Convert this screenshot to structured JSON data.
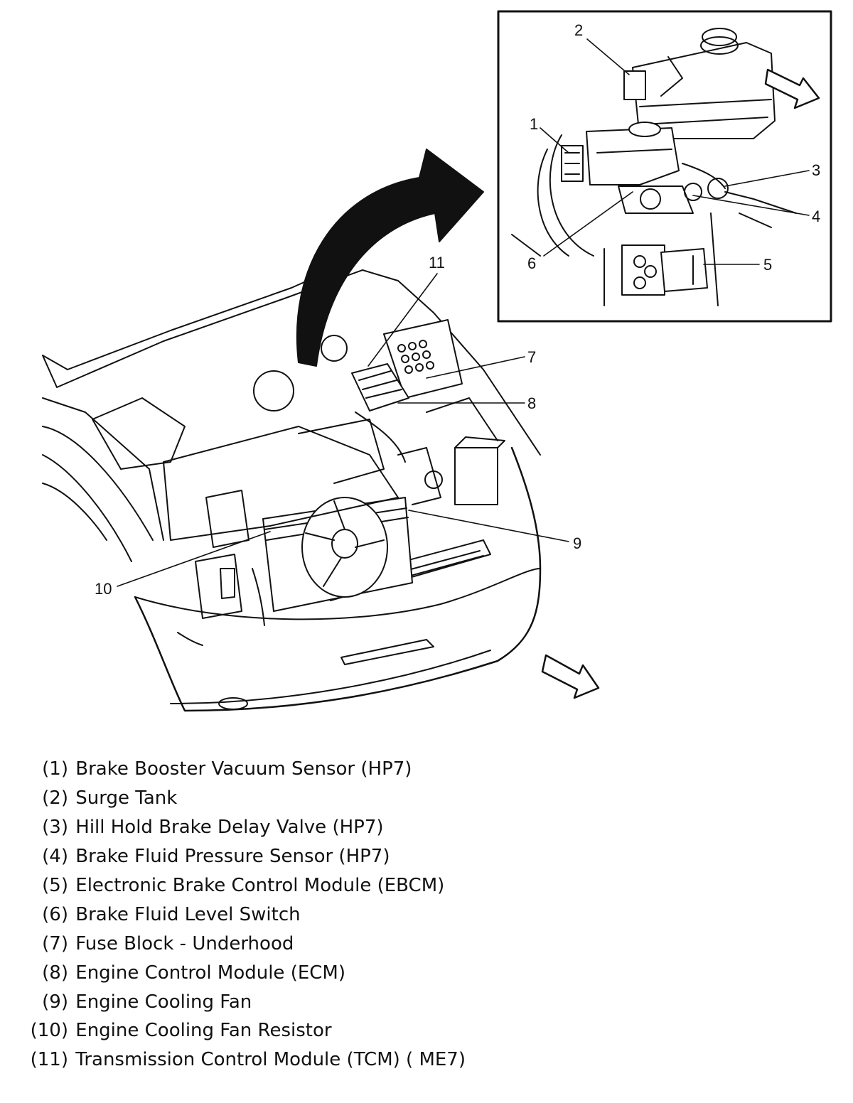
{
  "callouts": {
    "c1": "1",
    "c2": "2",
    "c3": "3",
    "c4": "4",
    "c5": "5",
    "c6": "6",
    "c7": "7",
    "c8": "8",
    "c9": "9",
    "c10": "10",
    "c11": "11"
  },
  "legend": [
    {
      "num": "(1)",
      "text": "Brake Booster Vacuum Sensor (HP7)"
    },
    {
      "num": "(2)",
      "text": "Surge Tank"
    },
    {
      "num": "(3)",
      "text": "Hill Hold Brake Delay Valve (HP7)"
    },
    {
      "num": "(4)",
      "text": "Brake Fluid Pressure Sensor (HP7)"
    },
    {
      "num": "(5)",
      "text": "Electronic Brake Control Module (EBCM)"
    },
    {
      "num": "(6)",
      "text": "Brake Fluid Level Switch"
    },
    {
      "num": "(7)",
      "text": "Fuse Block - Underhood"
    },
    {
      "num": "(8)",
      "text": "Engine Control Module (ECM)"
    },
    {
      "num": "(9)",
      "text": "Engine Cooling Fan"
    },
    {
      "num": "(10)",
      "text": "Engine Cooling Fan Resistor"
    },
    {
      "num": "(11)",
      "text": "Transmission Control Module (TCM) ( ME7)"
    }
  ],
  "colors": {
    "ink": "#111111",
    "background": "#ffffff"
  },
  "icons": [
    "forward-arrow-icon",
    "forward-arrow-icon",
    "callout-arrow-icon"
  ]
}
